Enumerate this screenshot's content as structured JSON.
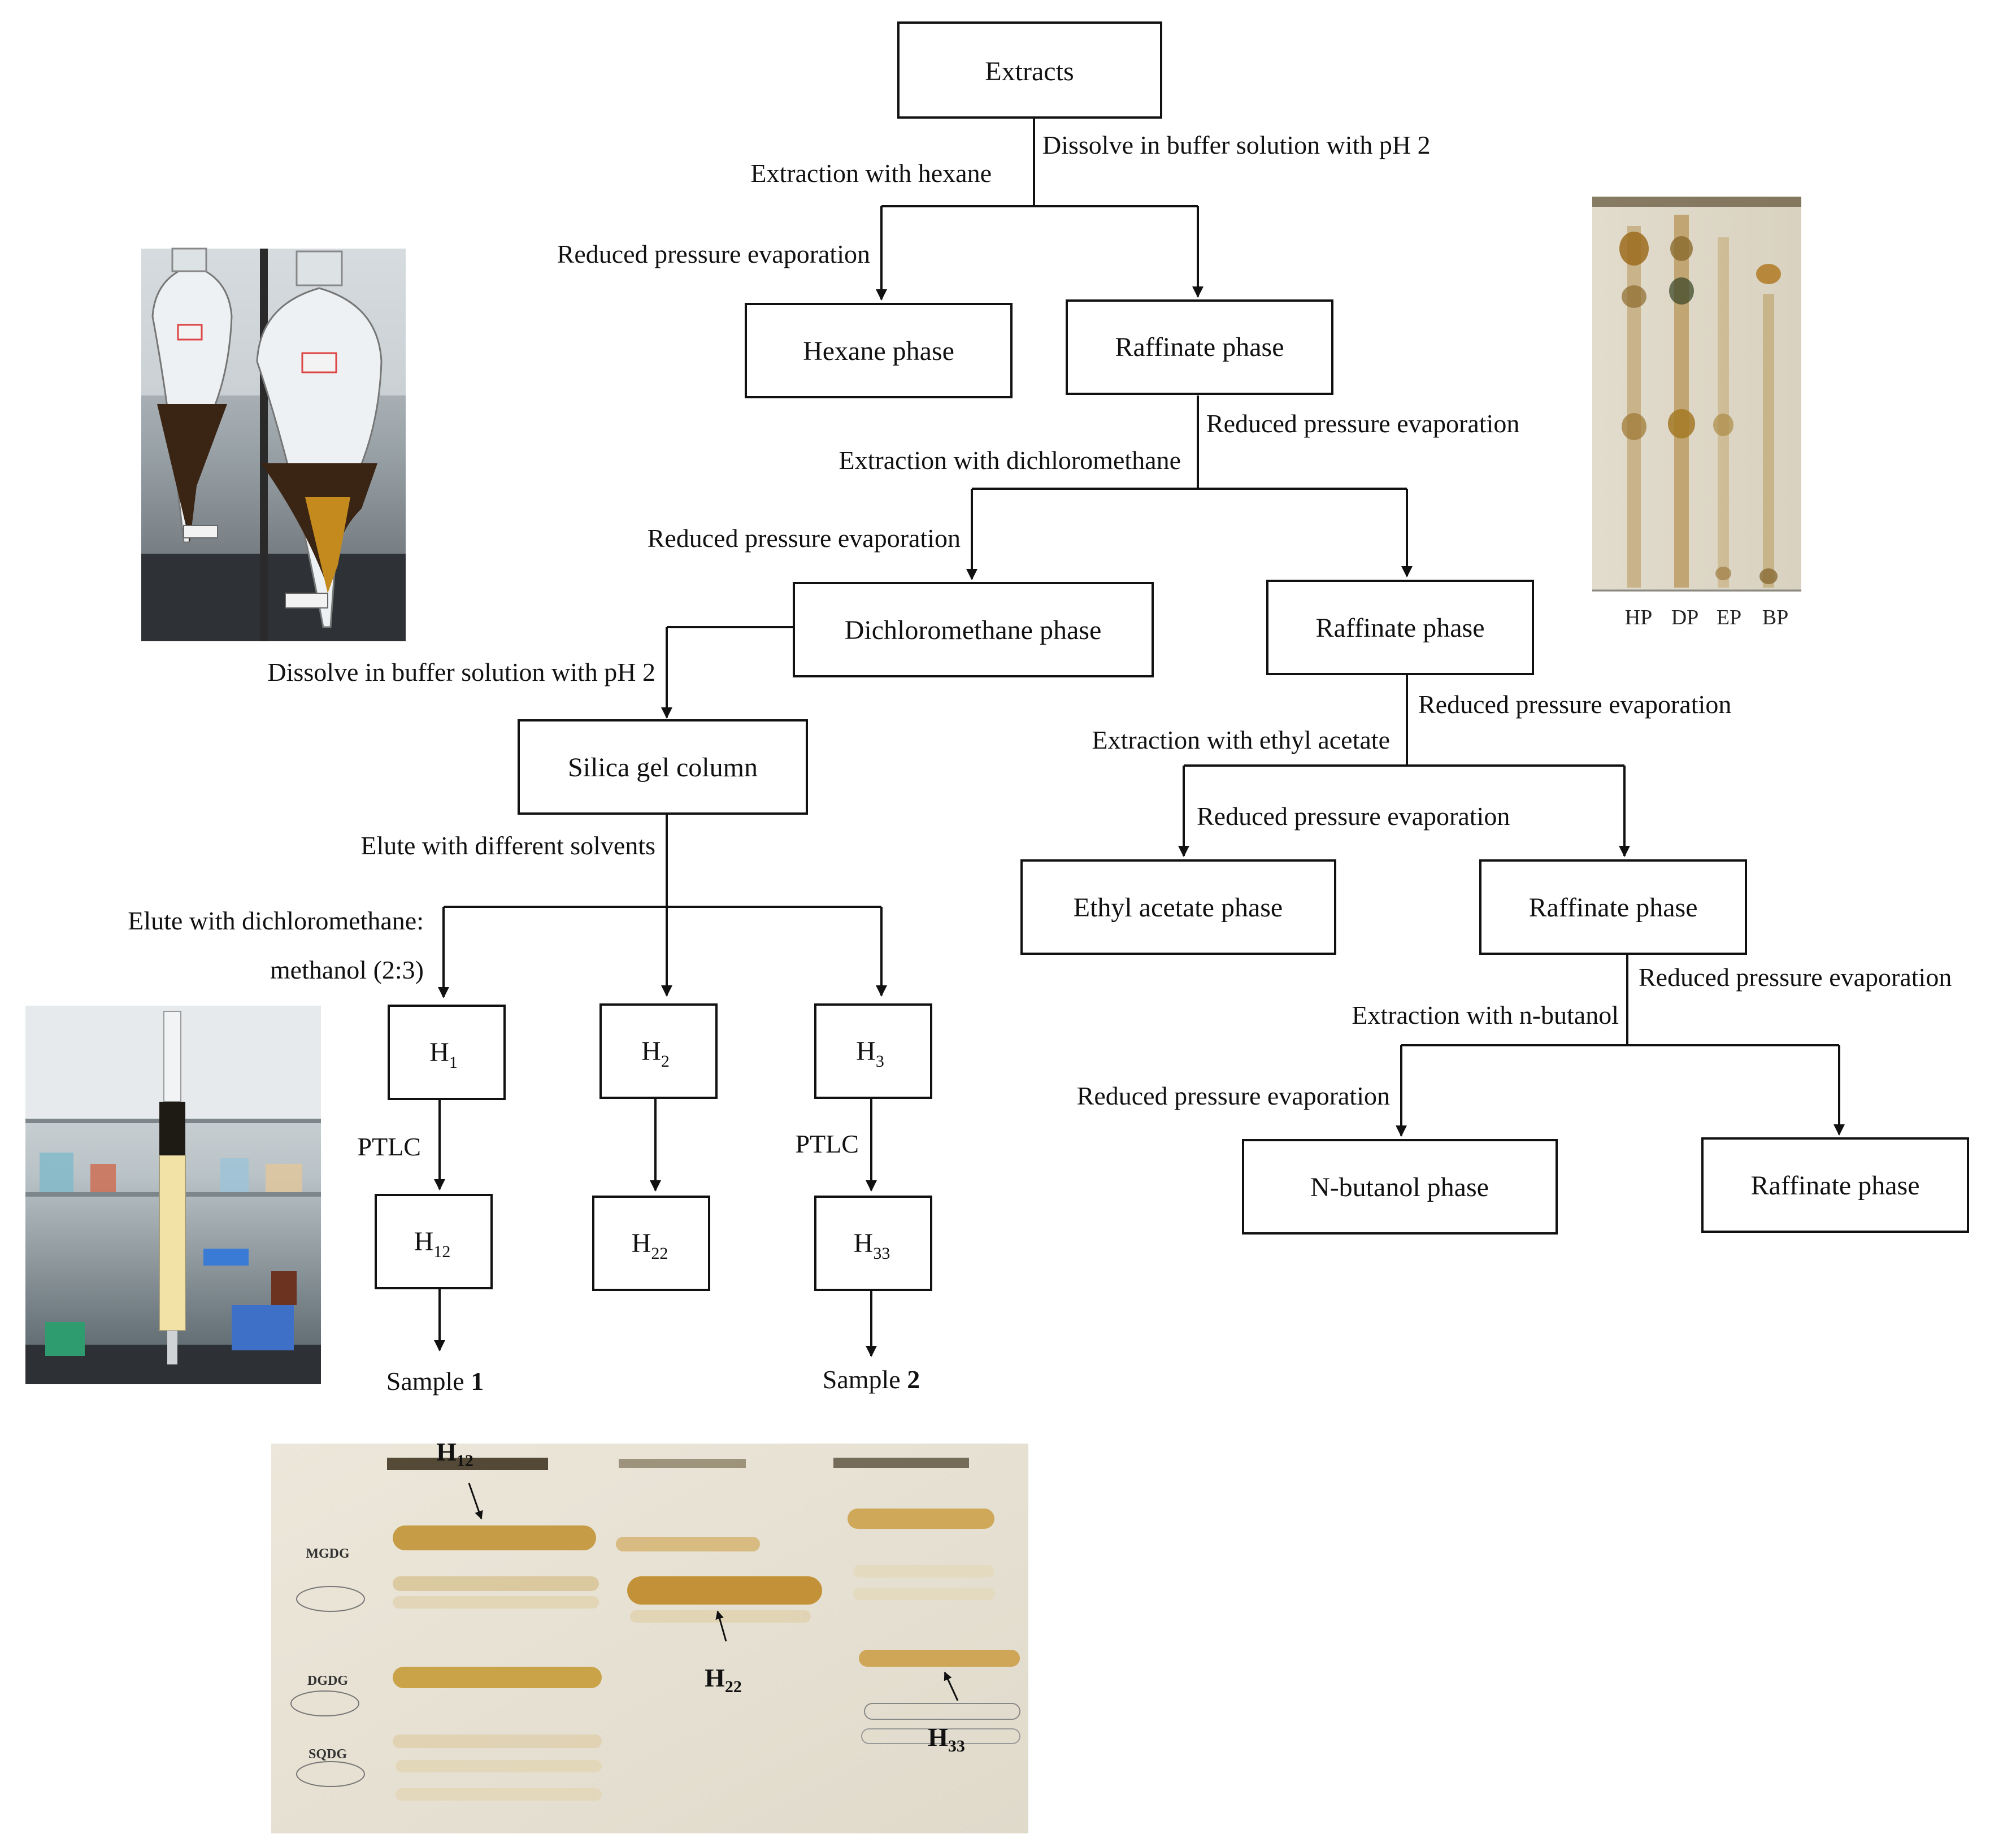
{
  "boxes": {
    "extracts": "Extracts",
    "hexane_phase": "Hexane phase",
    "raffinate_1": "Raffinate phase",
    "dichloromethane_phase": "Dichloromethane phase",
    "raffinate_2": "Raffinate phase",
    "silica_gel_column": "Silica gel column",
    "ethyl_acetate_phase": "Ethyl acetate phase",
    "raffinate_3": "Raffinate phase",
    "n_butanol_phase": "N-butanol phase",
    "raffinate_4": "Raffinate phase",
    "h1": {
      "base": "H",
      "sub": "1"
    },
    "h2": {
      "base": "H",
      "sub": "2"
    },
    "h3": {
      "base": "H",
      "sub": "3"
    },
    "h12": {
      "base": "H",
      "sub": "12"
    },
    "h22": {
      "base": "H",
      "sub": "22"
    },
    "h33": {
      "base": "H",
      "sub": "33"
    }
  },
  "labels": {
    "dissolve_buffer_top": "Dissolve in buffer solution with pH 2",
    "extraction_hexane": "Extraction  with  hexane",
    "reduced_evap_hexane": "Reduced  pressure  evaporation",
    "reduced_evap_raffinate_1": "Reduced pressure evaporation",
    "extraction_dichloromethane": "Extraction  with  dichloromethane",
    "reduced_evap_dcm": "Reduced  pressure  evaporation",
    "dissolve_buffer_dcm": "Dissolve in buffer solution with pH 2",
    "reduced_evap_raffinate_2": "Reduced pressure evaporation",
    "extraction_ethyl_acetate": "Extraction  with  ethyl  acetate",
    "reduced_evap_ethyl": "Reduced pressure evaporation",
    "elute_different": "Elute with different solvents",
    "elute_dcm_line1": "Elute with dichloromethane:",
    "elute_dcm_line2": "methanol (2:3)",
    "reduced_evap_raffinate_3": "Reduced pressure evaporation",
    "extraction_butanol": "Extraction  with  n-butanol",
    "reduced_evap_butanol": "Reduced  pressure  evaporation",
    "ptlc_1": "PTLC",
    "ptlc_3": "PTLC",
    "sample_1": {
      "text": "Sample ",
      "num": "1"
    },
    "sample_2": {
      "text": "Sample ",
      "num": "2"
    }
  },
  "tlc_small": {
    "lanes": [
      "HP",
      "DP",
      "EP",
      "BP"
    ]
  },
  "tlc_large": {
    "standards": [
      "MGDG",
      "DGDG",
      "SQDG"
    ],
    "callouts": [
      {
        "base": "H",
        "sub": "12"
      },
      {
        "base": "H",
        "sub": "22"
      },
      {
        "base": "H",
        "sub": "33"
      }
    ]
  },
  "colors": {
    "line": "#111111",
    "box_fill": "#ffffff",
    "tlc_plate": "#e9e4d6",
    "tlc_band": "#b88a2c"
  }
}
